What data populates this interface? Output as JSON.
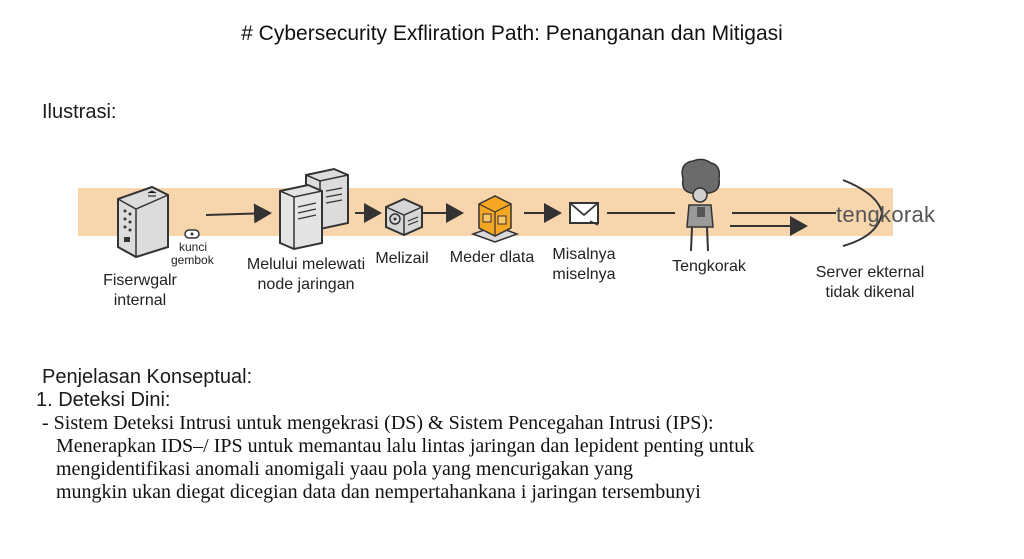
{
  "title": "# Cybersecurity Exfliration Path: Penanganan dan Mitigasi",
  "illustration_heading": "Ilustrasi:",
  "diagram": {
    "lock_label_1": "kunci",
    "lock_label_2": "gembok",
    "node1_line1": "Fiserwgalr",
    "node1_line2": "internal",
    "node2_line1": "Melului melewati",
    "node2_line2": "node jaringan",
    "node3": "Melizail",
    "node4": "Meder dlata",
    "node5_line1": "Misalnya",
    "node5_line2": "miselnya",
    "node6": "Tengkorak",
    "node7_big": "tengkorak",
    "node7_line1": "Server ekternal",
    "node7_line2": "tidak dikenal"
  },
  "explanation": {
    "heading": "Penjelasan Konseptual:",
    "subheading": "1. Deteksi Dini:",
    "line1": "-  Sistem Deteksi Intrusi untuk  mengekrasi (DS) & Sistem Pencegahan Intrusi (IPS):",
    "line2": "Menerapkan IDS–/ IPS untuk memantau lalu lintas jaringan dan lepident penting untuk",
    "line3": "mengidentifikasi anomali anomigali yaau pola yang mencurigakan yang",
    "line4": "mungkin ukan diegat dicegian data dan nempertahankana i jaringan tersembunyi"
  }
}
